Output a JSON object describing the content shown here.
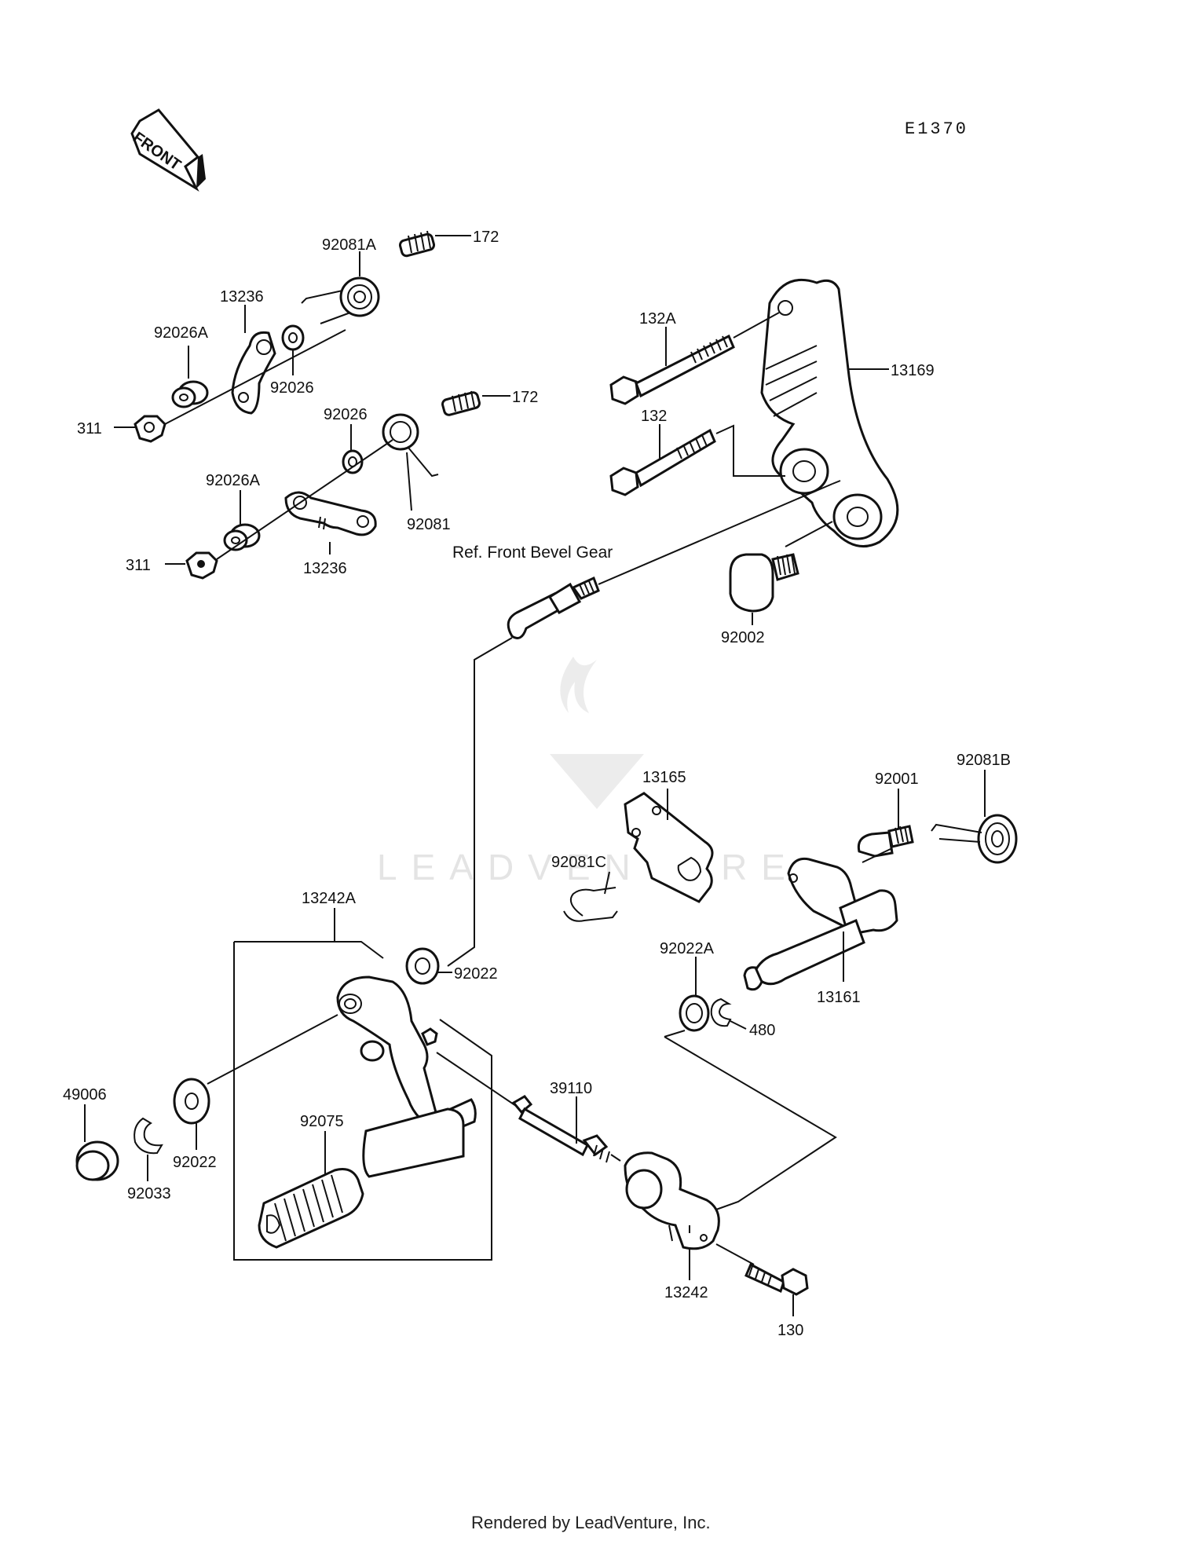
{
  "diagram": {
    "code": "E1370",
    "front_label": "FRONT",
    "reference_label": "Ref. Front Bevel Gear",
    "footer": "Rendered by LeadVenture, Inc.",
    "watermark": "LEADVENTURE",
    "callouts": [
      {
        "id": "92081A",
        "text": "92081A"
      },
      {
        "id": "172a",
        "text": "172"
      },
      {
        "id": "13236a",
        "text": "13236"
      },
      {
        "id": "92026Aa",
        "text": "92026A"
      },
      {
        "id": "92026a",
        "text": "92026"
      },
      {
        "id": "311a",
        "text": "311"
      },
      {
        "id": "172b",
        "text": "172"
      },
      {
        "id": "92026b",
        "text": "92026"
      },
      {
        "id": "92026Ab",
        "text": "92026A"
      },
      {
        "id": "92081",
        "text": "92081"
      },
      {
        "id": "311b",
        "text": "311"
      },
      {
        "id": "13236b",
        "text": "13236"
      },
      {
        "id": "132A",
        "text": "132A"
      },
      {
        "id": "13169",
        "text": "13169"
      },
      {
        "id": "132",
        "text": "132"
      },
      {
        "id": "92002",
        "text": "92002"
      },
      {
        "id": "92081B",
        "text": "92081B"
      },
      {
        "id": "13165",
        "text": "13165"
      },
      {
        "id": "92001",
        "text": "92001"
      },
      {
        "id": "92081C",
        "text": "92081C"
      },
      {
        "id": "13242A",
        "text": "13242A"
      },
      {
        "id": "92022a",
        "text": "92022"
      },
      {
        "id": "92022A",
        "text": "92022A"
      },
      {
        "id": "13161",
        "text": "13161"
      },
      {
        "id": "480",
        "text": "480"
      },
      {
        "id": "49006",
        "text": "49006"
      },
      {
        "id": "39110",
        "text": "39110"
      },
      {
        "id": "92075",
        "text": "92075"
      },
      {
        "id": "92022b",
        "text": "92022"
      },
      {
        "id": "92033",
        "text": "92033"
      },
      {
        "id": "13242",
        "text": "13242"
      },
      {
        "id": "130",
        "text": "130"
      }
    ]
  }
}
